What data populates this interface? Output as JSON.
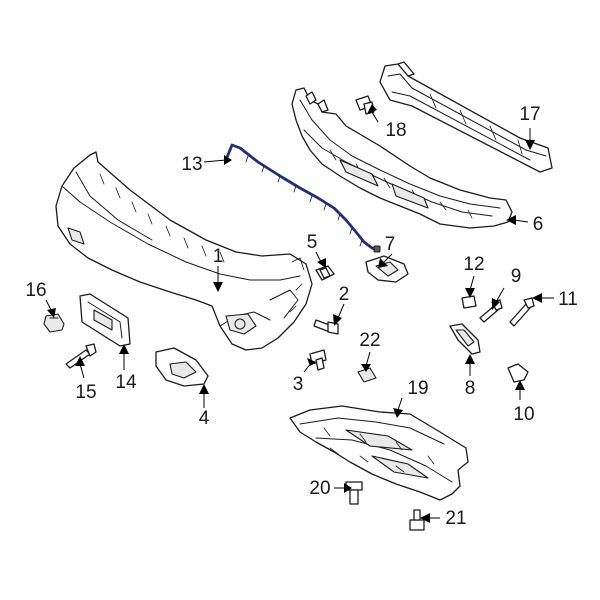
{
  "colors": {
    "highlight": "#1f2f7a",
    "line": "#1b1b1b",
    "background": "#ffffff"
  },
  "callouts": {
    "c1": "1",
    "c2": "2",
    "c3": "3",
    "c4": "4",
    "c5": "5",
    "c6": "6",
    "c7": "7",
    "c8": "8",
    "c9": "9",
    "c10": "10",
    "c11": "11",
    "c12": "12",
    "c13": "13",
    "c14": "14",
    "c15": "15",
    "c16": "16",
    "c17": "17",
    "c18": "18",
    "c19": "19",
    "c20": "20",
    "c21": "21",
    "c22": "22"
  }
}
